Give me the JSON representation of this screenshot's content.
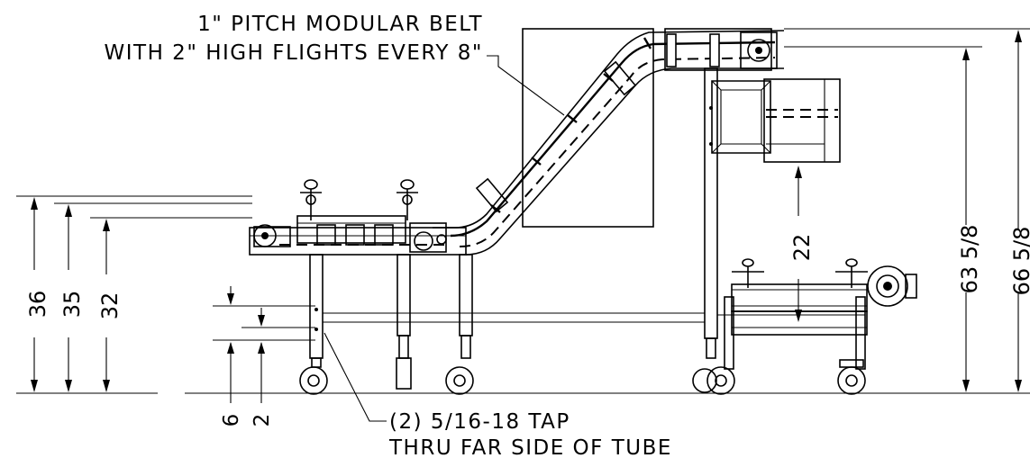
{
  "notes": {
    "belt_line1": "1\" PITCH MODULAR BELT",
    "belt_line2": "WITH 2\" HIGH FLIGHTS EVERY 8\"",
    "tap_line1": "(2) 5/16-18 TAP",
    "tap_line2": "THRU FAR SIDE OF TUBE"
  },
  "dimensions": {
    "d36": "36",
    "d35": "35",
    "d32": "32",
    "d6": "6",
    "d2": "2",
    "d22": "22",
    "d63": "63 5/8",
    "d66": "66 5/8"
  }
}
